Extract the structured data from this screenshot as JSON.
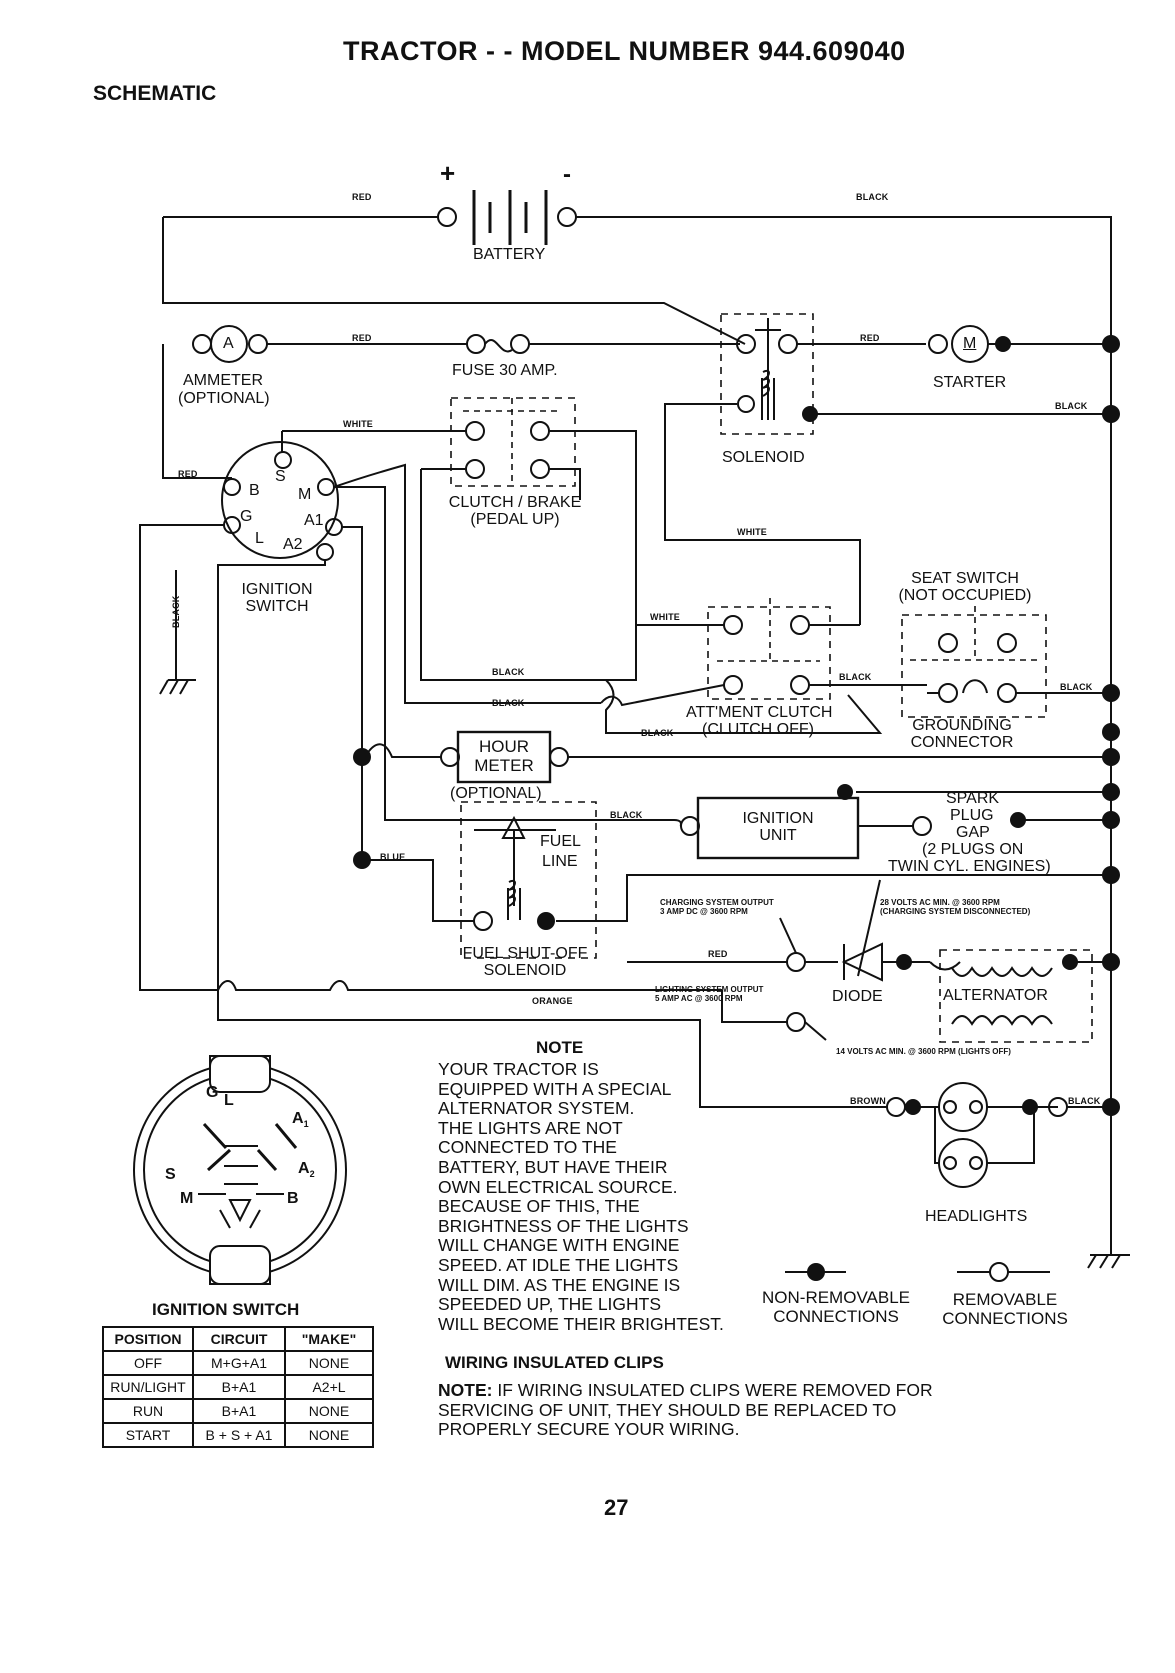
{
  "header": {
    "title": "TRACTOR - - MODEL NUMBER 944.609040",
    "section": "SCHEMATIC",
    "page_number": "27"
  },
  "components": {
    "battery": "BATTERY",
    "ammeter": [
      "AMMETER",
      "(OPTIONAL)"
    ],
    "fuse": "FUSE 30 AMP.",
    "clutch_brake": [
      "CLUTCH / BRAKE",
      "(PEDAL UP)"
    ],
    "solenoid": "SOLENOID",
    "starter": "STARTER",
    "ignition_switch": [
      "IGNITION",
      "SWITCH"
    ],
    "seat_switch": [
      "SEAT SWITCH",
      "(NOT OCCUPIED)"
    ],
    "attachment_clutch": [
      "ATT'MENT CLUTCH",
      "(CLUTCH OFF)"
    ],
    "grounding_connector": [
      "GROUNDING",
      "CONNECTOR"
    ],
    "hour_meter": [
      "HOUR",
      "METER"
    ],
    "hour_meter_optional": "(OPTIONAL)",
    "ignition_unit": [
      "IGNITION",
      "UNIT"
    ],
    "spark_plug": [
      "SPARK",
      "PLUG",
      "GAP",
      "(2 PLUGS ON",
      "TWIN CYL. ENGINES)"
    ],
    "fuel_line": [
      "FUEL",
      "LINE"
    ],
    "fuel_solenoid": [
      "FUEL SHUT-OFF",
      "SOLENOID"
    ],
    "diode": "DIODE",
    "alternator": "ALTERNATOR",
    "headlights": "HEADLIGHTS",
    "ignition_switch_key": "IGNITION SWITCH",
    "terminals": {
      "b": "B",
      "s": "S",
      "m": "M",
      "g": "G",
      "a1": "A1",
      "l": "L",
      "a2": "A2",
      "key_g": "G",
      "key_l": "L",
      "key_a1": "A",
      "key_a1_sub": "1",
      "key_a2": "A",
      "key_a2_sub": "2",
      "key_s": "S",
      "key_m": "M",
      "key_b": "B",
      "ammeter_a": "A",
      "starter_m": "M",
      "battery_plus": "+",
      "battery_minus": "-"
    }
  },
  "wire_labels": {
    "red_battery": "RED",
    "black_battery": "BLACK",
    "red_fuse": "RED",
    "red_starter": "RED",
    "black_starter": "BLACK",
    "white_top": "WHITE",
    "red_ignition": "RED",
    "black_vertical": "BLACK",
    "white_clutch": "WHITE",
    "white_attachment": "WHITE",
    "black_1": "BLACK",
    "black_2": "BLACK",
    "black_attachment": "BLACK",
    "black_seat": "BLACK",
    "black_ground": "BLACK",
    "black_unit": "BLACK",
    "blue": "BLUE",
    "red_diode": "RED",
    "orange": "ORANGE",
    "brown": "BROWN",
    "black_headlight": "BLACK"
  },
  "annotations": {
    "charging_output": [
      "CHARGING SYSTEM OUTPUT",
      "3 AMP DC @ 3600 RPM"
    ],
    "ac_min": [
      "28 VOLTS AC MIN. @ 3600 RPM",
      "(CHARGING SYSTEM DISCONNECTED)"
    ],
    "lighting_output": [
      "LIGHTING SYSTEM OUTPUT",
      "5 AMP AC @ 3600 RPM"
    ],
    "lights_off": "14 VOLTS AC MIN. @ 3600 RPM (LIGHTS OFF)"
  },
  "note": {
    "heading": "NOTE",
    "lines": [
      "YOUR TRACTOR IS",
      "EQUIPPED WITH A SPECIAL",
      "ALTERNATOR SYSTEM.",
      "THE LIGHTS ARE NOT",
      "CONNECTED TO THE",
      "BATTERY, BUT HAVE THEIR",
      "OWN ELECTRICAL SOURCE.",
      "BECAUSE OF THIS, THE",
      "BRIGHTNESS OF THE LIGHTS",
      "WILL CHANGE WITH ENGINE",
      "SPEED.  AT IDLE THE LIGHTS",
      "WILL DIM.  AS THE ENGINE IS",
      "SPEEDED UP, THE LIGHTS",
      "WILL BECOME THEIR BRIGHTEST."
    ]
  },
  "legend": {
    "non_removable": [
      "NON-REMOVABLE",
      "CONNECTIONS"
    ],
    "removable": [
      "REMOVABLE",
      "CONNECTIONS"
    ]
  },
  "clips": {
    "heading": "WIRING INSULATED CLIPS",
    "note_prefix": "NOTE:",
    "note_lines": [
      "IF WIRING INSULATED CLIPS WERE REMOVED FOR",
      "SERVICING OF UNIT, THEY SHOULD BE REPLACED TO",
      "PROPERLY SECURE YOUR WIRING."
    ]
  },
  "ignition_table": {
    "headers": [
      "POSITION",
      "CIRCUIT",
      "\"MAKE\""
    ],
    "rows": [
      [
        "OFF",
        "M+G+A1",
        "NONE"
      ],
      [
        "RUN/LIGHT",
        "B+A1",
        "A2+L"
      ],
      [
        "RUN",
        "B+A1",
        "NONE"
      ],
      [
        "START",
        "B + S + A1",
        "NONE"
      ]
    ]
  }
}
